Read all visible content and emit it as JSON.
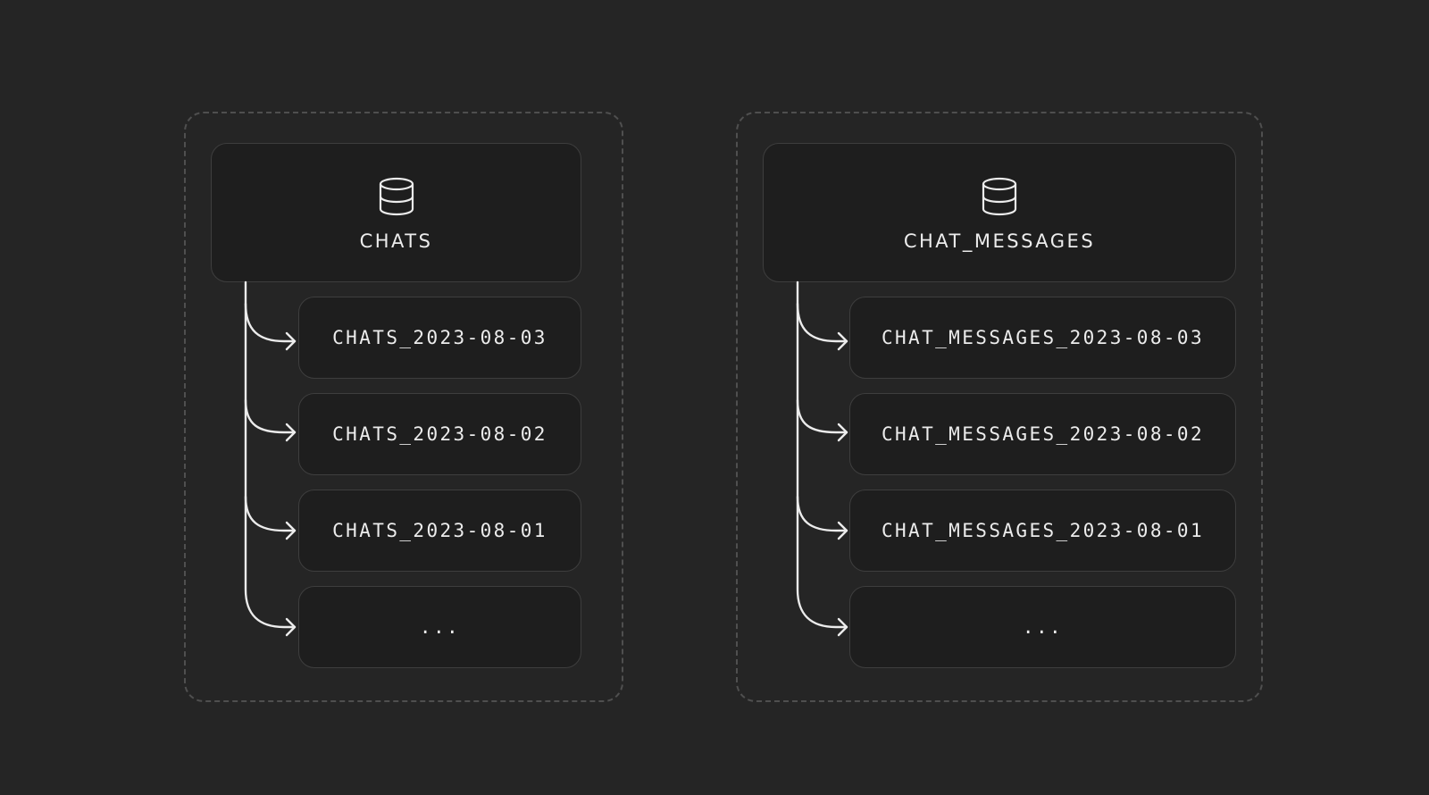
{
  "diagram": {
    "groups": [
      {
        "title": "CHATS",
        "icon": "database-icon",
        "partitions": [
          "CHATS_2023-08-03",
          "CHATS_2023-08-02",
          "CHATS_2023-08-01",
          "..."
        ]
      },
      {
        "title": "CHAT_MESSAGES",
        "icon": "database-icon",
        "partitions": [
          "CHAT_MESSAGES_2023-08-03",
          "CHAT_MESSAGES_2023-08-02",
          "CHAT_MESSAGES_2023-08-01",
          "..."
        ]
      }
    ],
    "colors": {
      "background": "#252525",
      "box": "#1e1e1e",
      "box_border": "#3e3e3e",
      "dashed_border": "#4f4f4f",
      "foreground": "#ececec"
    }
  }
}
